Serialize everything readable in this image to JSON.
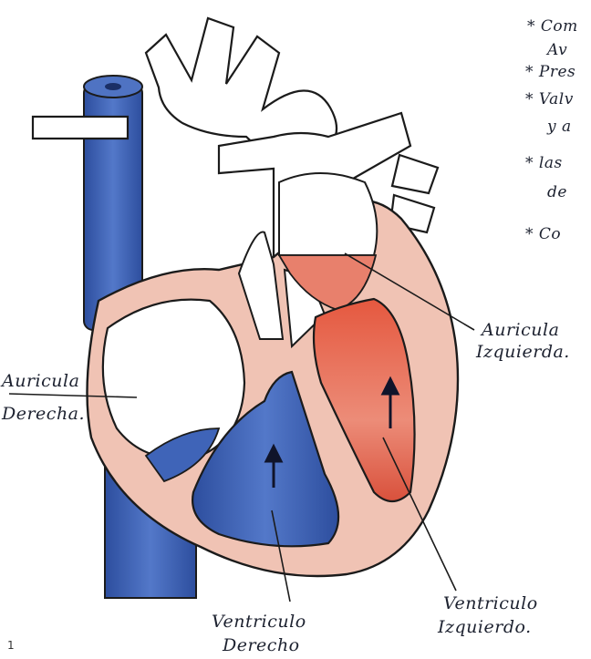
{
  "notes": [
    {
      "text": "Com",
      "continuation": "Av"
    },
    {
      "text": "Pres"
    },
    {
      "text": "Valv",
      "continuation": "y a"
    },
    {
      "text": "las",
      "continuation": "de"
    },
    {
      "text": "Co"
    }
  ],
  "note_bullet": "*",
  "labels": {
    "auricula_izquierda": [
      "Auricula",
      "Izquierda."
    ],
    "auricula_derecha": [
      "Auricula",
      "Derecha."
    ],
    "ventriculo_derecho": [
      "Ventriculo",
      "Derecho"
    ],
    "ventriculo_izquierdo": [
      "Ventriculo",
      "Izquierdo."
    ]
  },
  "page_number": "1",
  "colors": {
    "deoxygenated": "#3f64b8",
    "oxygenated": "#e0674f",
    "muscle_wall": "#f0c3b4",
    "outline": "#1b1b1b"
  }
}
